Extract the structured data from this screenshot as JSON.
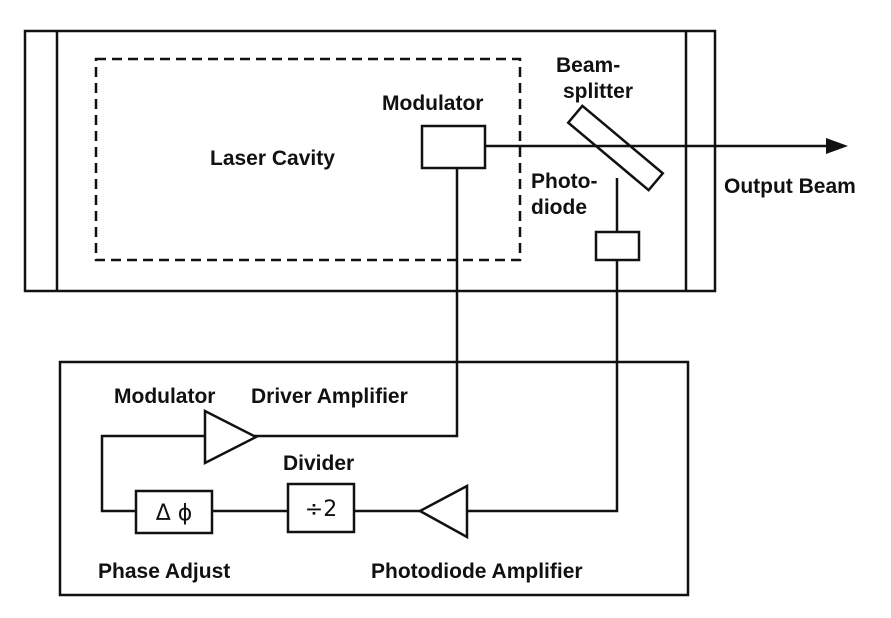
{
  "labels": {
    "laser_cavity": "Laser Cavity",
    "modulator_top": "Modulator",
    "beamsplitter_line1": "Beam-",
    "beamsplitter_line2": "splitter",
    "photodiode_line1": "Photo-",
    "photodiode_line2": "diode",
    "output_beam": "Output Beam",
    "modulator_bottom": "Modulator",
    "driver_amplifier": "Driver Amplifier",
    "divider_label": "Divider",
    "divider_symbol": "÷2",
    "phase_symbol": "Δ ϕ",
    "phase_adjust": "Phase Adjust",
    "photodiode_amplifier": "Photodiode Amplifier"
  }
}
